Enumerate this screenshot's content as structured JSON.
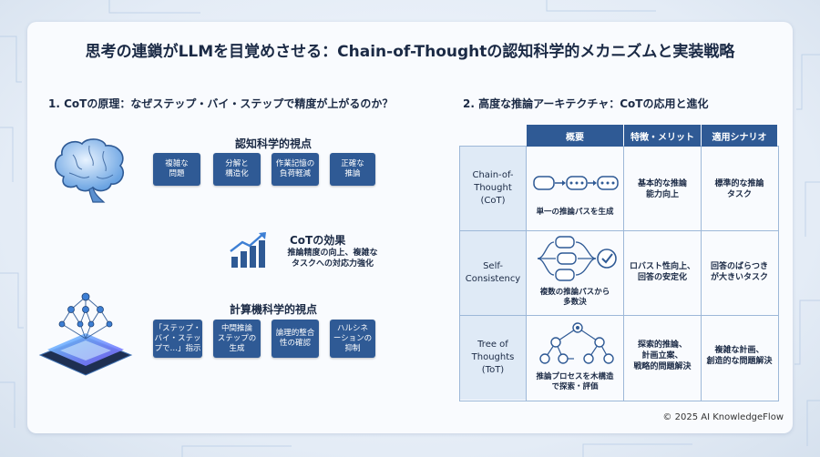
{
  "title": "思考の連鎖がLLMを目覚めさせる：Chain-of-Thoughtの認知科学的メカニズムと実装戦略",
  "left": {
    "heading": "1. CoTの原理：なぜステップ・バイ・ステップで精度が上がるのか？",
    "cognitive": {
      "title": "認知科学的視点",
      "steps": [
        [
          "複雑な",
          "問題"
        ],
        [
          "分解と",
          "構造化"
        ],
        [
          "作業記憶の",
          "負荷軽減"
        ],
        [
          "正確な",
          "推論"
        ]
      ]
    },
    "effect": {
      "title": "CoTの効果",
      "desc": [
        "推論精度の向上、複雑な",
        "タスクへの対応力強化"
      ]
    },
    "computational": {
      "title": "計算機科学的視点",
      "steps": [
        [
          "「ステップ・",
          "バイ・ステッ",
          "プで…」指示"
        ],
        [
          "中間推論",
          "ステップの",
          "生成"
        ],
        [
          "論理的整合",
          "性の確認"
        ],
        [
          "ハルシネ",
          "ーションの",
          "抑制"
        ]
      ]
    }
  },
  "right": {
    "heading": "2. 高度な推論アーキテクチャ：CoTの応用と進化",
    "columns": [
      "概要",
      "特徴・メリット",
      "適用シナリオ"
    ],
    "rows": [
      {
        "label": [
          "Chain-of-",
          "Thought",
          "(CoT)"
        ],
        "overview": [
          "単一の推論パスを生成"
        ],
        "merit": [
          "基本的な推論",
          "能力向上"
        ],
        "scenario": [
          "標準的な推論",
          "タスク"
        ]
      },
      {
        "label": [
          "Self-",
          "Consistency"
        ],
        "overview": [
          "複数の推論パスから",
          "多数決"
        ],
        "merit": [
          "ロバスト性向上、",
          "回答の安定化"
        ],
        "scenario": [
          "回答のばらつき",
          "が大きいタスク"
        ]
      },
      {
        "label": [
          "Tree of",
          "Thoughts",
          "(ToT)"
        ],
        "overview": [
          "推論プロセスを木構造",
          "で探索・評価"
        ],
        "merit": [
          "探索的推論、",
          "計画立案、",
          "戦略的問題解決"
        ],
        "scenario": [
          "複雑な計画、",
          "創造的な問題解決"
        ]
      }
    ]
  },
  "footer": "© 2025 AI KnowledgeFlow",
  "colors": {
    "navy": "#2f5a95",
    "light_row": "#dfeaf6",
    "text": "#1b2a45",
    "accent": "#3d7fd4"
  },
  "icons": [
    "brain-icon",
    "growth-chart-icon",
    "neural-network-chip-icon",
    "speech-bubble-icon",
    "checkmark-icon",
    "tree-icon"
  ]
}
